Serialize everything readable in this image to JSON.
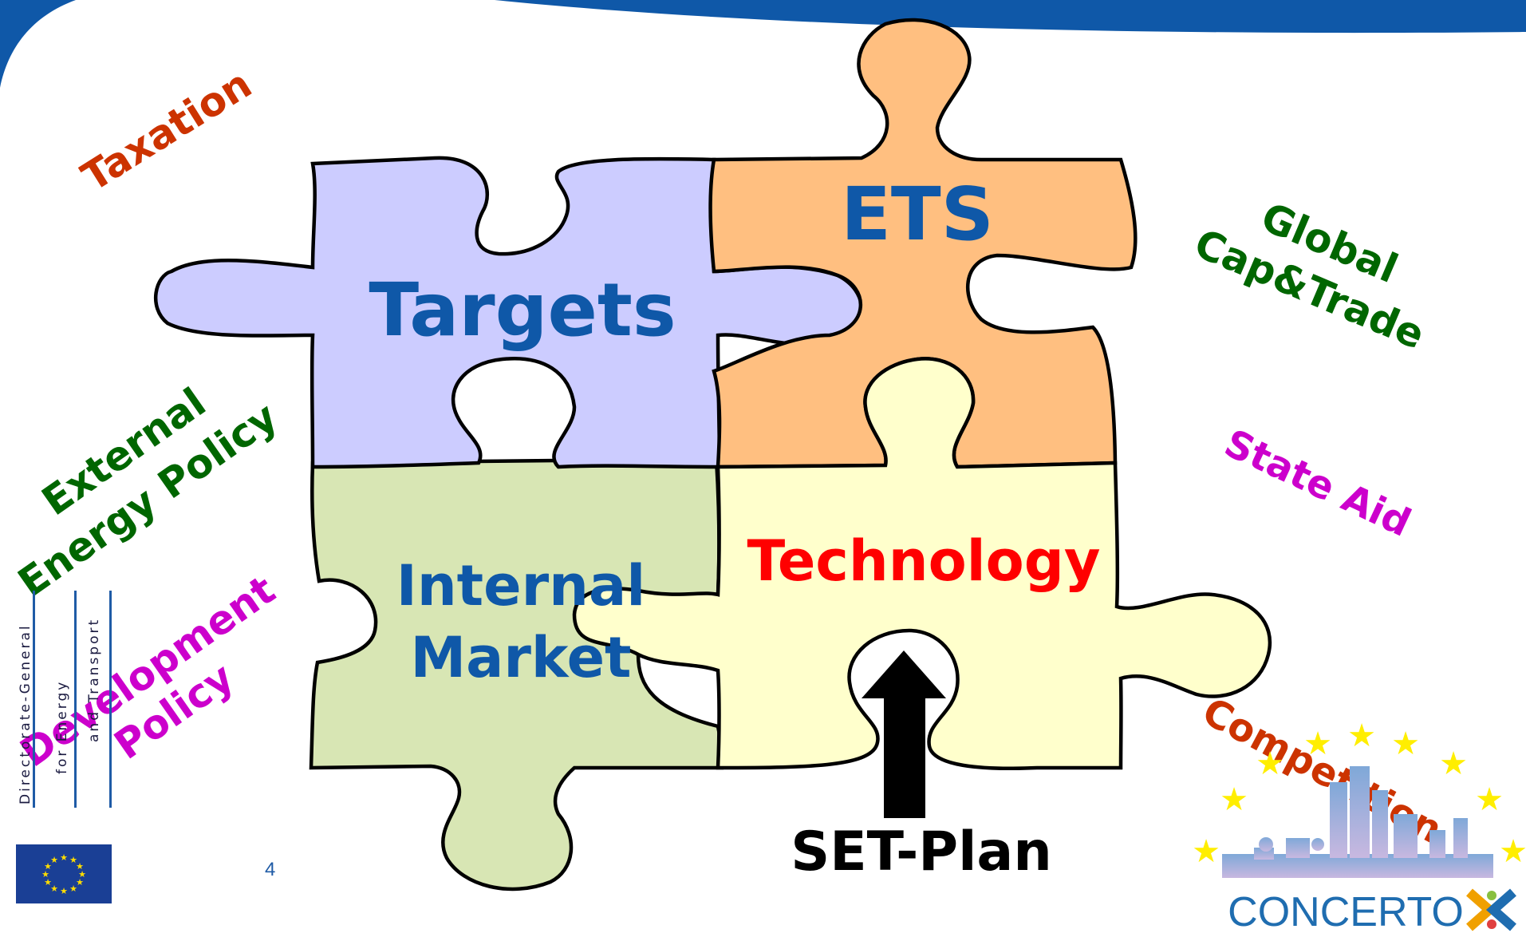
{
  "pieces": {
    "targets": "Targets",
    "ets": "ETS",
    "internal_market_line1": "Internal",
    "internal_market_line2": "Market",
    "technology": "Technology"
  },
  "arrow_label": "SET-Plan",
  "surrounding_words": {
    "taxation": "Taxation",
    "global_line1": "Global",
    "global_line2": "Cap&Trade",
    "external_line1": "External",
    "external_line2": "Energy Policy",
    "state_aid": "State Aid",
    "development_line1": "Development",
    "development_line2": "Policy",
    "competition": "Competition"
  },
  "footer": {
    "dg_line1": "Directorate-General",
    "dg_line2": "for Energy",
    "dg_line3": "and Transport",
    "page_number": "4",
    "concerto_logo": "CONCERTO"
  },
  "colors": {
    "banner_blue": "#0f58a8",
    "targets_fill": "#ccccff",
    "ets_fill": "#ffbf80",
    "internal_fill": "#d8e6b4",
    "technology_fill": "#ffffcc",
    "piece_text_blue": "#0f58a8",
    "technology_text": "#ff0000",
    "orange_red": "#cc3300",
    "green": "#006600",
    "magenta": "#cc00cc"
  }
}
